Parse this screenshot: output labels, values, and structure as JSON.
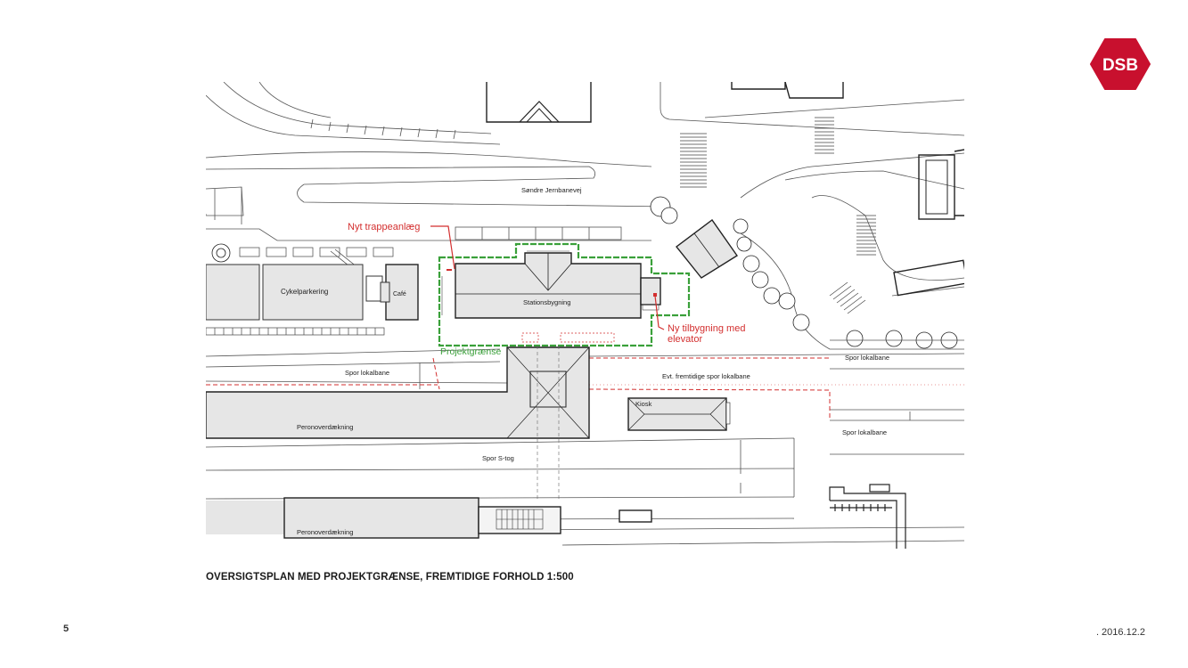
{
  "logo": {
    "text": "DSB",
    "color": "#c8102e"
  },
  "plan": {
    "labels": {
      "street": "Søndre Jernbanevej",
      "new_stairs": "Nyt trappeanlæg",
      "bike_parking": "Cykelparkering",
      "cafe": "Café",
      "station_building": "Stationsbygning",
      "new_annex_line1": "Ny tilbygning med",
      "new_annex_line2": "elevator",
      "project_boundary": "Projektgrænse",
      "track_local_left": "Spor lokalbane",
      "track_local_right_top": "Spor lokalbane",
      "future_tracks": "Evt. fremtidige spor lokalbane",
      "kiosk": "Kiosk",
      "platform_roof_top": "Peronoverdækning",
      "track_right_lower": "Spor lokalbane",
      "track_s_train": "Spor S-tog",
      "platform_roof_bottom": "Peronoverdækning"
    },
    "colors": {
      "annotation_red": "#d32f2f",
      "boundary_green": "#3aa03a",
      "building_fill": "#e6e6e6",
      "line": "#333333"
    }
  },
  "caption": "OVERSIGTSPLAN MED PROJEKTGRÆNSE,  FREMTIDIGE FORHOLD 1:500",
  "page_number": "5",
  "date": ".  2016.12.2"
}
